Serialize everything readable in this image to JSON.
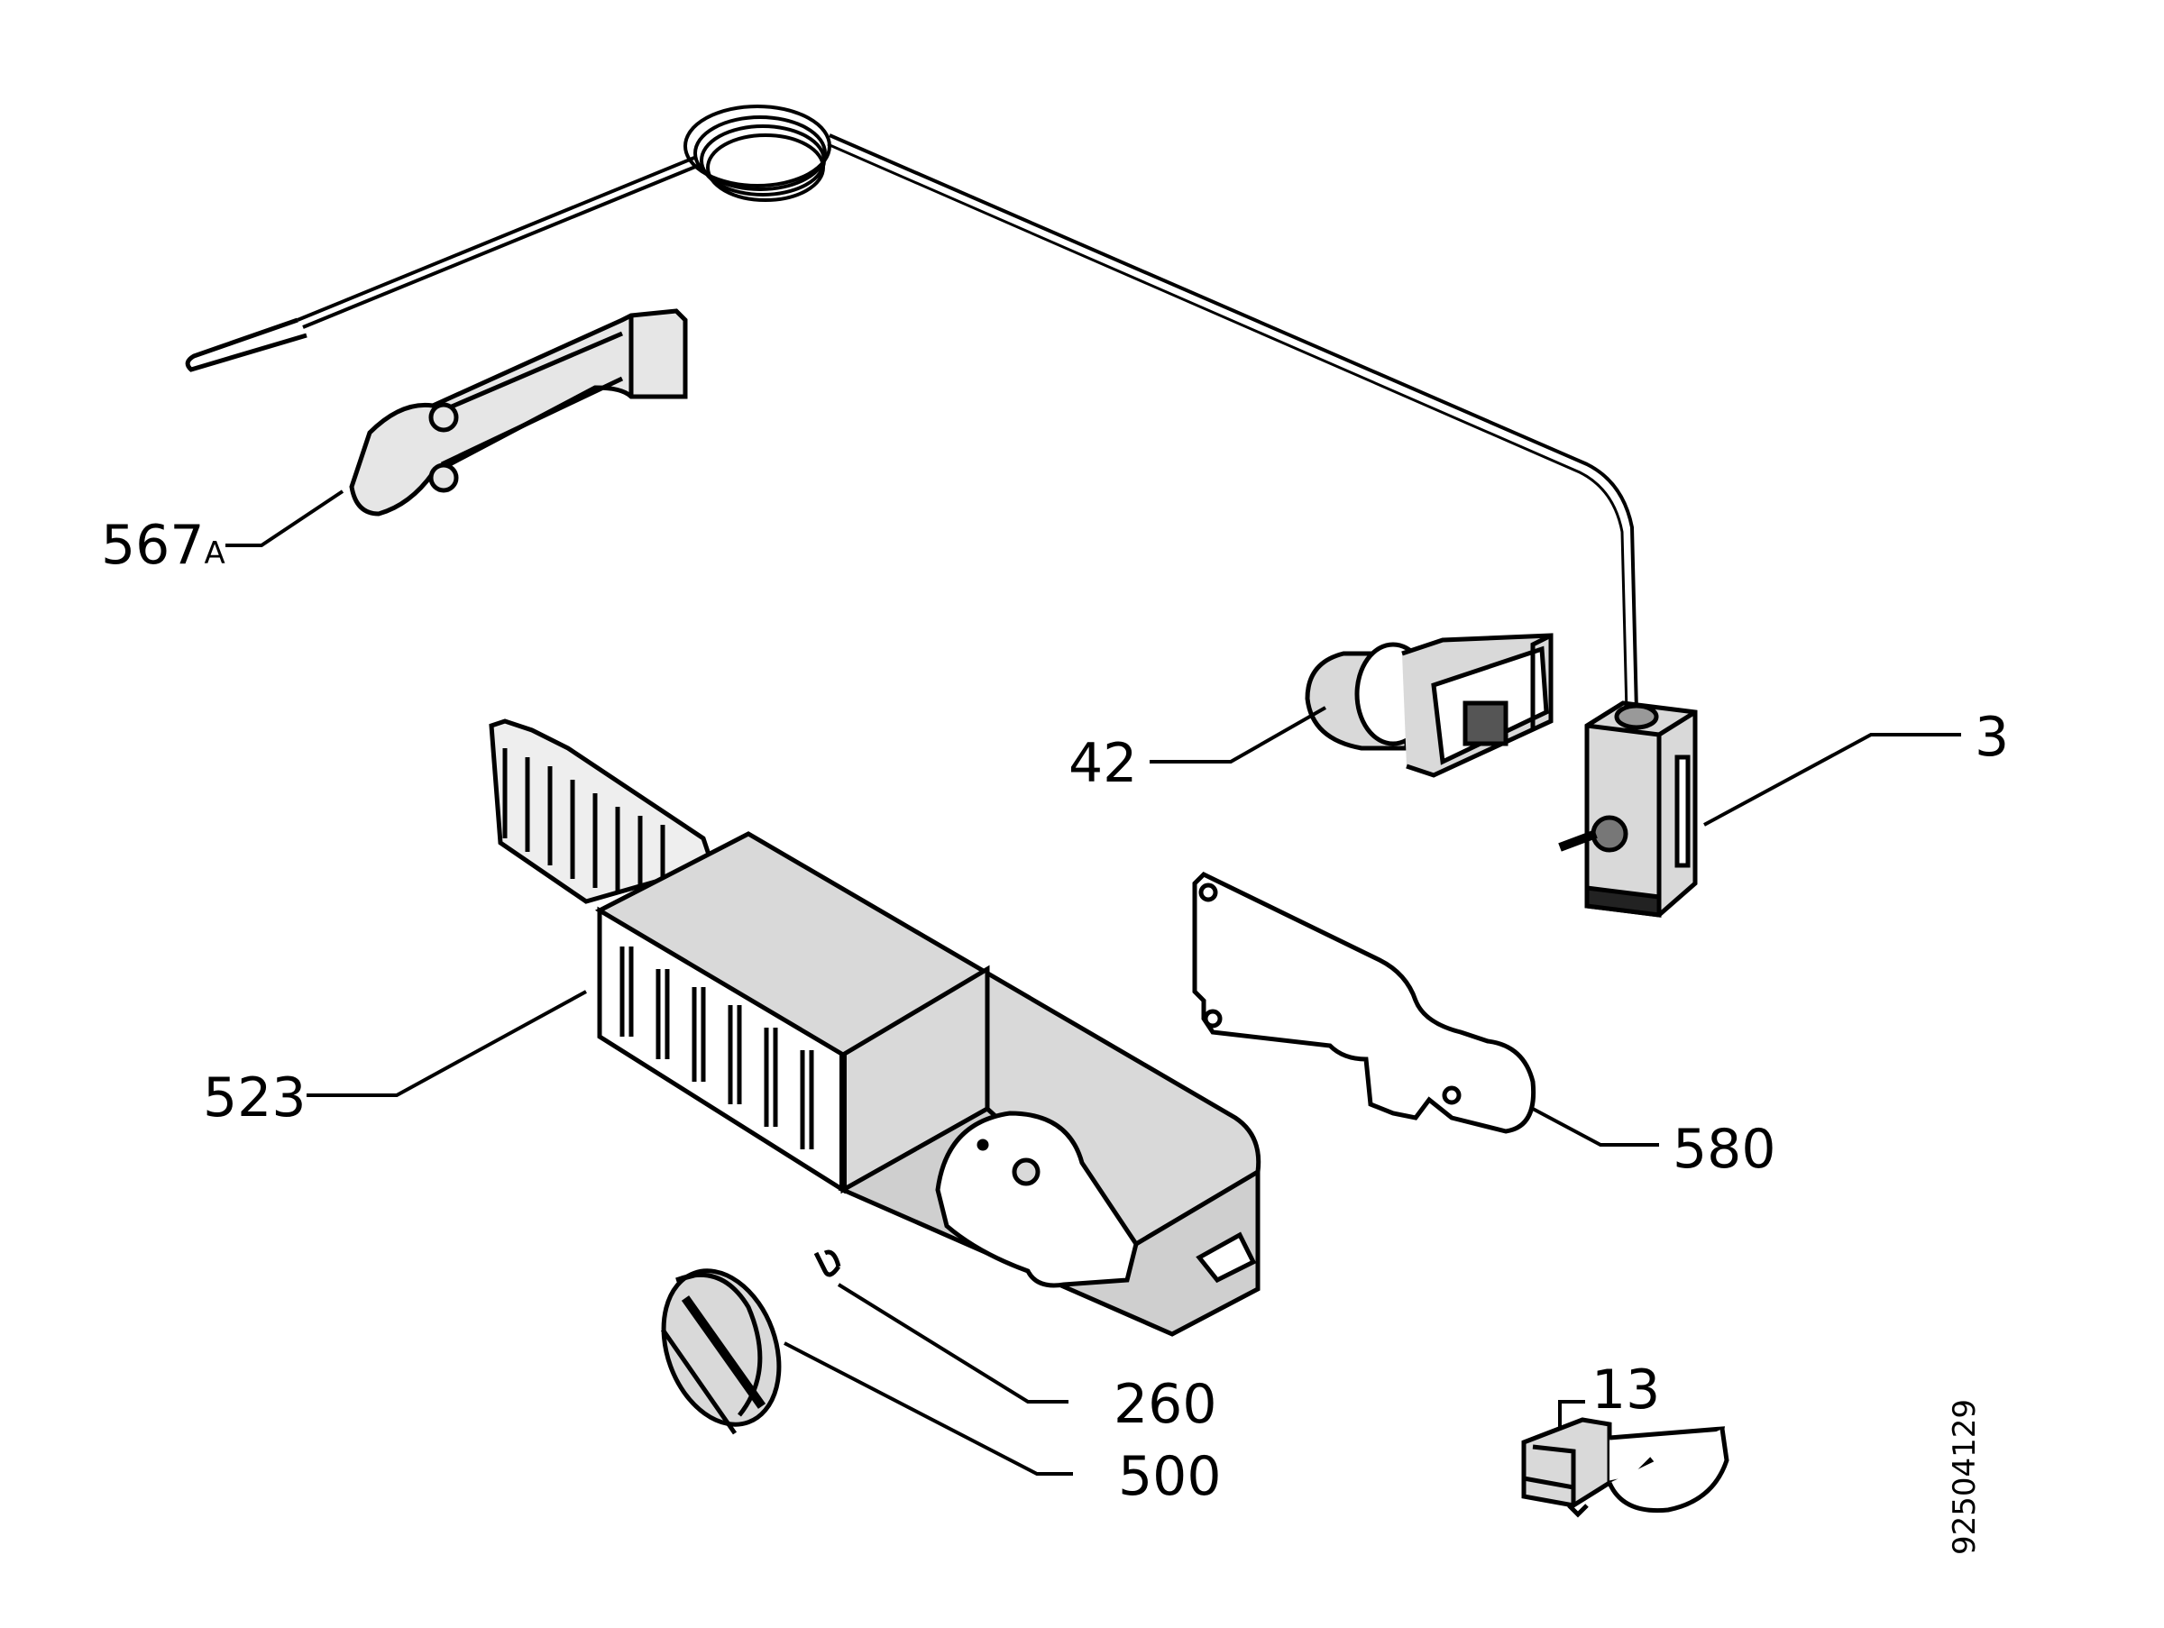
{
  "labels": {
    "p567a_num": "567",
    "p567a_suffix": "A",
    "p42": "42",
    "p3": "3",
    "p523": "523",
    "p580": "580",
    "p260": "260",
    "p500": "500",
    "p13": "13"
  },
  "drawing_number": "92504129",
  "colors": {
    "ink": "#000000",
    "fill": "#d9d9d9",
    "background": "#ffffff"
  }
}
